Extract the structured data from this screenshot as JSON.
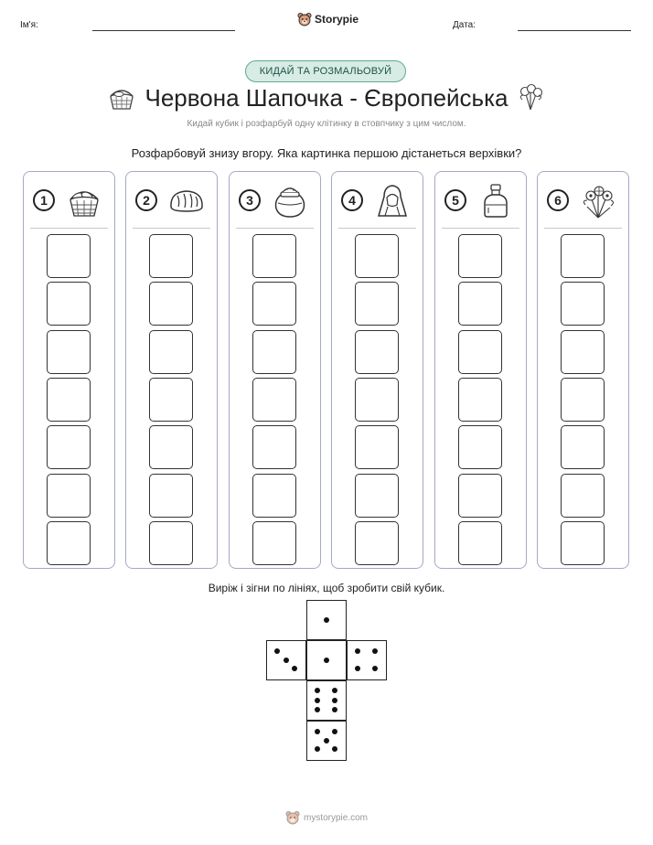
{
  "header": {
    "name_label": "Ім'я:",
    "date_label": "Дата:",
    "brand": "Storypie"
  },
  "badge": "КИДАЙ ТА РОЗМАЛЬОВУЙ",
  "title": "Червона Шапочка - Європейська",
  "subtitle": "Кидай кубик і розфарбуй одну клітинку в стовпчику з цим числом.",
  "instruction": "Розфарбовуй знизу вгору. Яка картинка першою дістанеться верхівки?",
  "columns": [
    {
      "number": "1",
      "icon": "bread-basket-icon"
    },
    {
      "number": "2",
      "icon": "bread-loaf-icon"
    },
    {
      "number": "3",
      "icon": "honey-pot-icon"
    },
    {
      "number": "4",
      "icon": "red-cloak-icon"
    },
    {
      "number": "5",
      "icon": "potion-bottle-icon"
    },
    {
      "number": "6",
      "icon": "flower-bouquet-icon"
    }
  ],
  "cells_per_column": 7,
  "cut_instruction": "Виріж і зігни по лініях, щоб зробити свій кубик.",
  "dice_faces": [
    1,
    3,
    1,
    4,
    6,
    5
  ],
  "footer": "mystorypie.com"
}
